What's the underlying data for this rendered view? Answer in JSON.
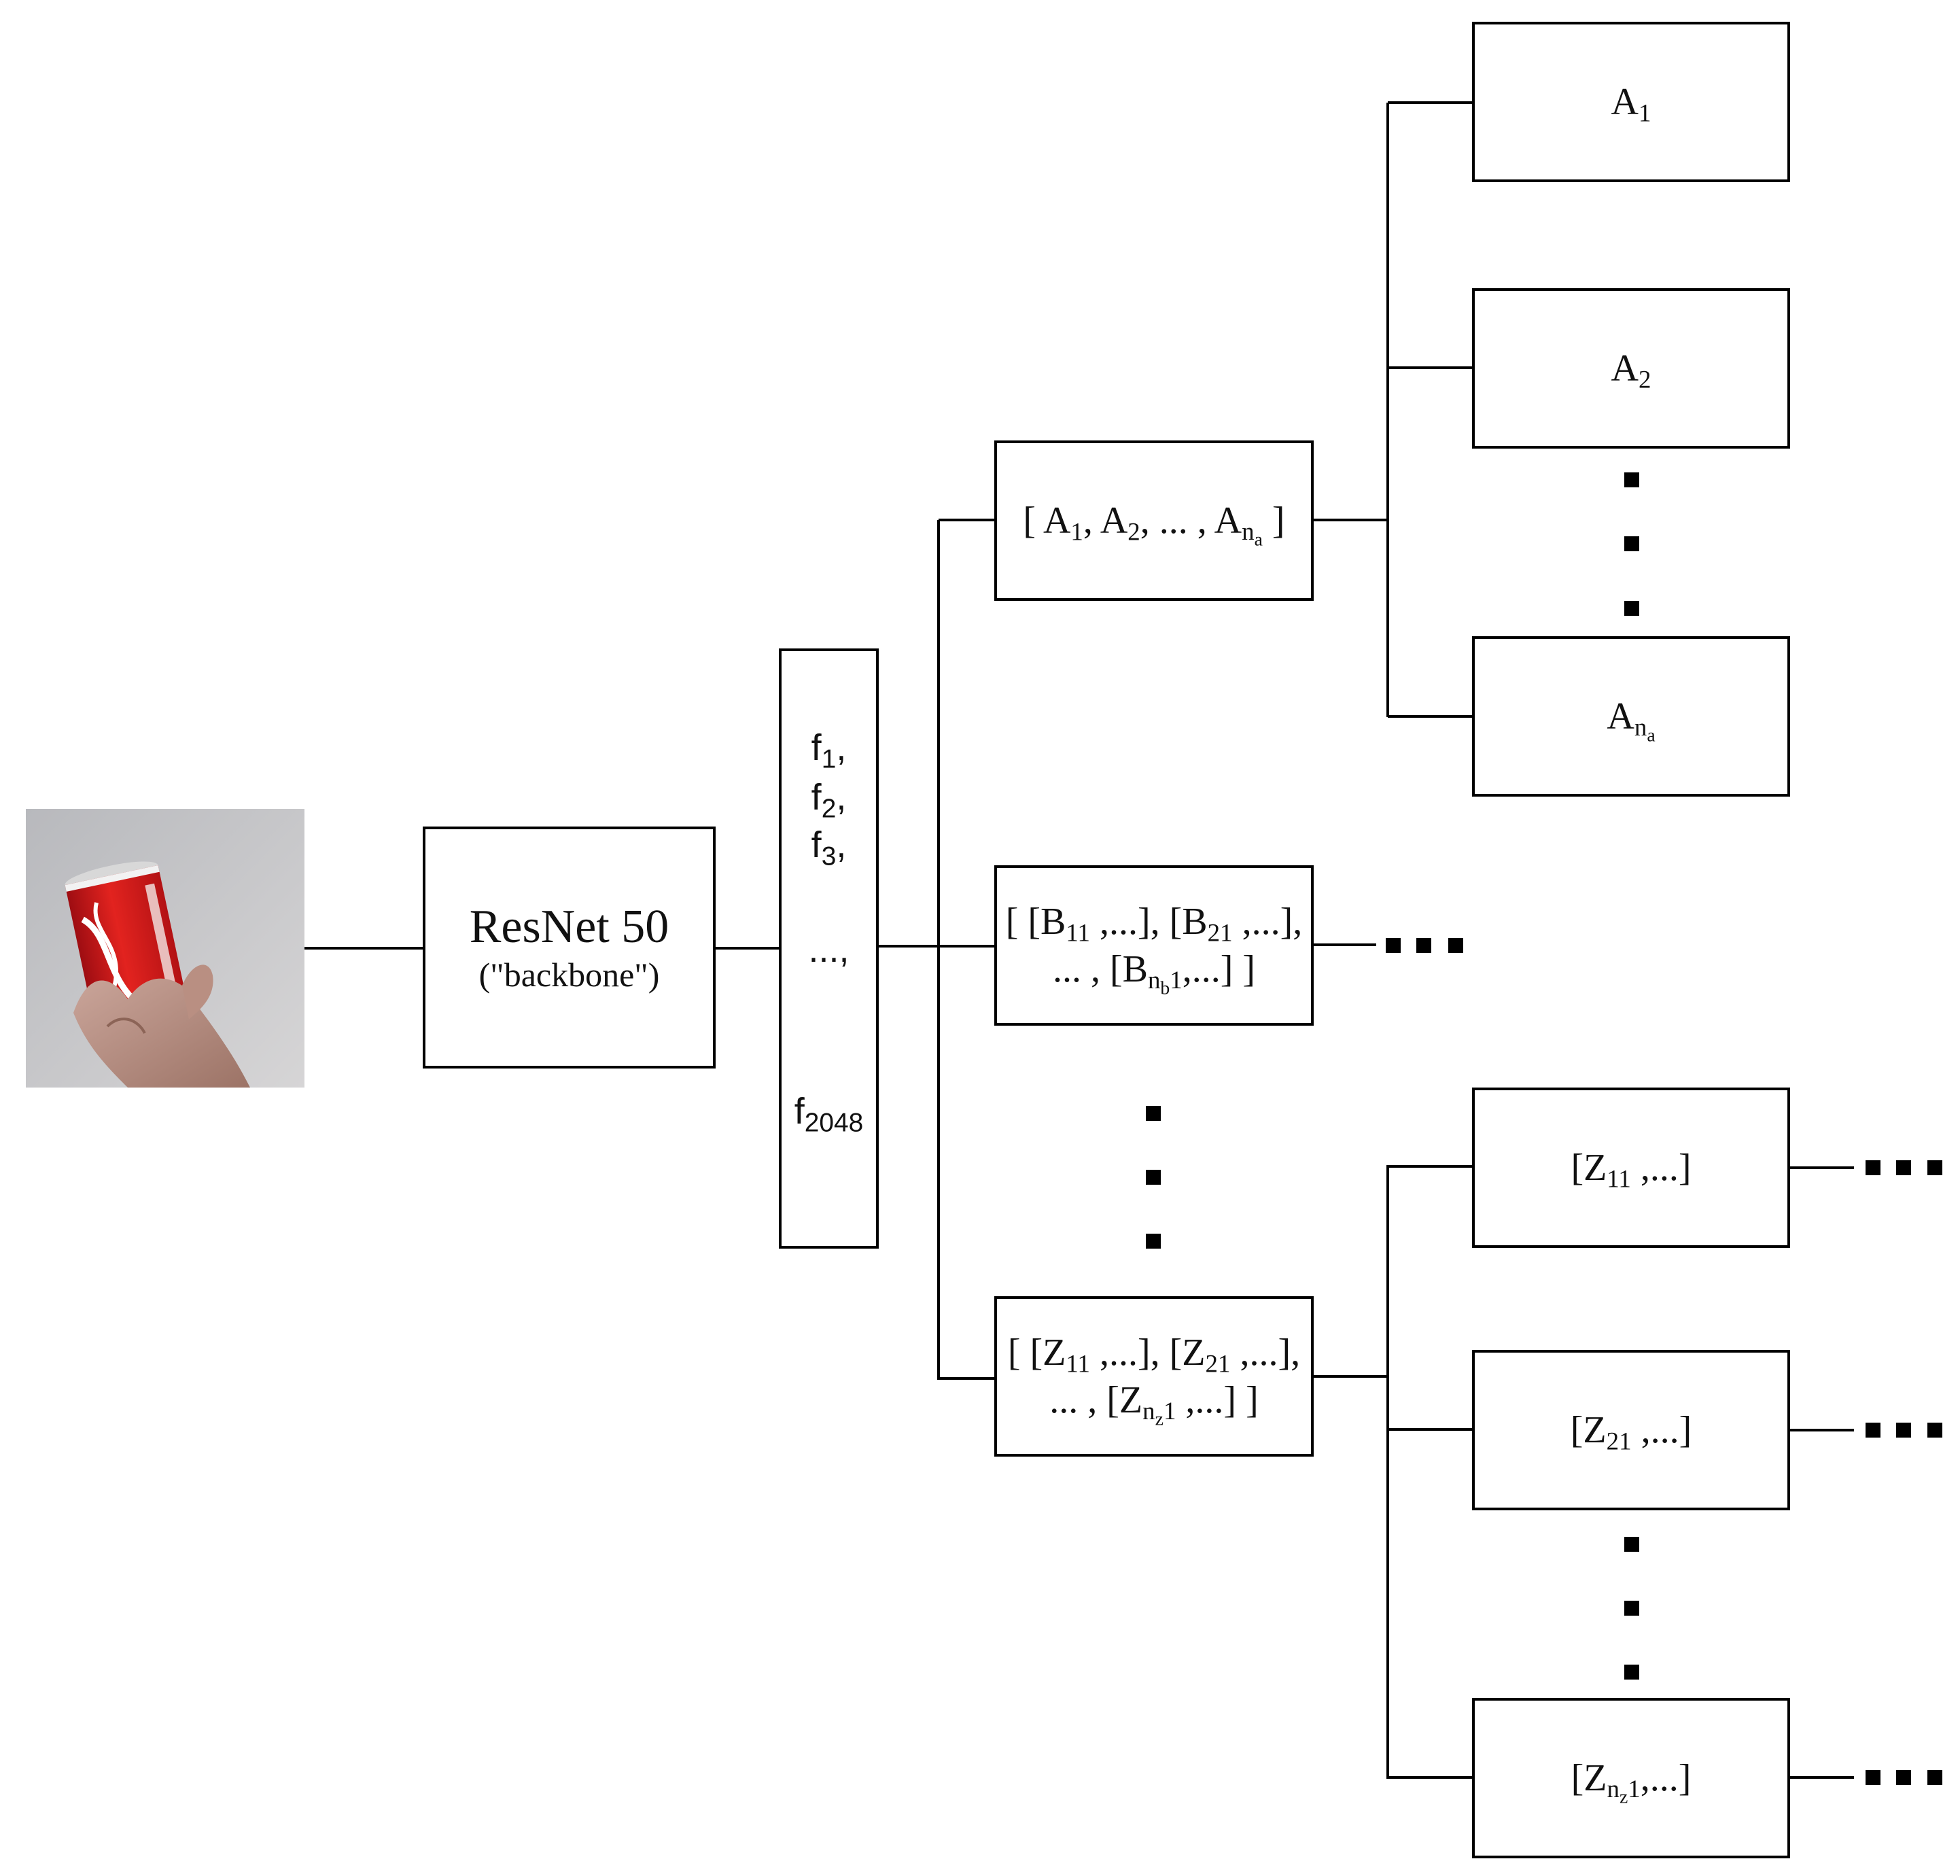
{
  "diagram": {
    "input_image": {
      "depicts": "hand holding a red soda can"
    },
    "backbone": {
      "title": "ResNet 50",
      "subtitle": "(\"backbone\")"
    },
    "features": {
      "f1": "f",
      "f1_sub": "1",
      "f1_suffix": ",",
      "f2": "f",
      "f2_sub": "2",
      "f2_suffix": ",",
      "f3": "f",
      "f3_sub": "3",
      "f3_suffix": ",",
      "ellipsis": "...,",
      "f_last": "f",
      "f_last_sub": "2048"
    },
    "group_a": {
      "text": "[ A",
      "s1": "1",
      "t2": ", A",
      "s2": "2",
      "t3": ", ... , A",
      "s3": "n",
      "s3b": "a",
      "t4": " ]"
    },
    "group_b": {
      "l1a": "[ [B",
      "l1s1": "11",
      "l1b": " ,...], [B",
      "l1s2": "21",
      "l1c": " ,...],",
      "l2a": "... , [B",
      "l2s": "n",
      "l2ss": "b",
      "l2s2": "1",
      "l2b": ",...] ]"
    },
    "group_z": {
      "l1a": "[ [Z",
      "l1s1": "11",
      "l1b": " ,...], [Z",
      "l1s2": "21",
      "l1c": " ,...],",
      "l2a": "... , [Z",
      "l2s": "n",
      "l2ss": "z",
      "l2s2": "1",
      "l2b": " ,...] ]"
    },
    "leaf_a1": {
      "t": "A",
      "s": "1"
    },
    "leaf_a2": {
      "t": "A",
      "s": "2"
    },
    "leaf_an": {
      "t": "A",
      "s": "n",
      "ss": "a"
    },
    "leaf_z1": {
      "t": "[Z",
      "s": "11",
      "t2": " ,...]"
    },
    "leaf_z2": {
      "t": "[Z",
      "s": "21",
      "t2": " ,...]"
    },
    "leaf_zn": {
      "t": "[Z",
      "s": "n",
      "ss": "z",
      "s2": "1",
      "t2": ",...]"
    }
  }
}
